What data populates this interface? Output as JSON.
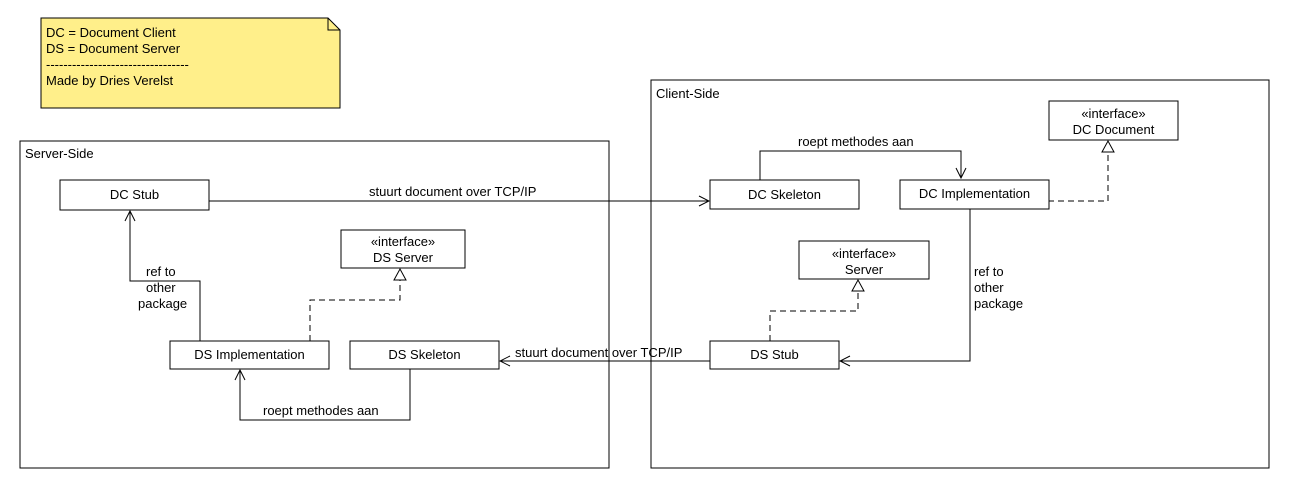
{
  "note": {
    "lines": [
      "DC = Document Client",
      "DS = Document Server",
      "---------------------------------",
      "Made by Dries Verelst"
    ],
    "fill": "#ffef8a"
  },
  "packages": {
    "server": "Server-Side",
    "client": "Client-Side"
  },
  "classes": {
    "dc_stub": "DC Stub",
    "ds_server_stereo": "«interface»",
    "ds_server": "DS Server",
    "ds_impl": "DS Implementation",
    "ds_skeleton": "DS Skeleton",
    "dc_skeleton": "DC Skeleton",
    "dc_impl": "DC Implementation",
    "dc_document_stereo": "«interface»",
    "dc_document": "DC Document",
    "server_stereo": "«interface»",
    "server": "Server",
    "ds_stub": "DS Stub"
  },
  "labels": {
    "tcp_top": "stuurt document over TCP/IP",
    "tcp_bottom": "stuurt document over TCP/IP",
    "roept_top": "roept methodes aan",
    "roept_bottom": "roept methodes aan",
    "ref_left": [
      "ref to",
      "other",
      "package"
    ],
    "ref_right": [
      "ref to",
      "other",
      "package"
    ]
  }
}
